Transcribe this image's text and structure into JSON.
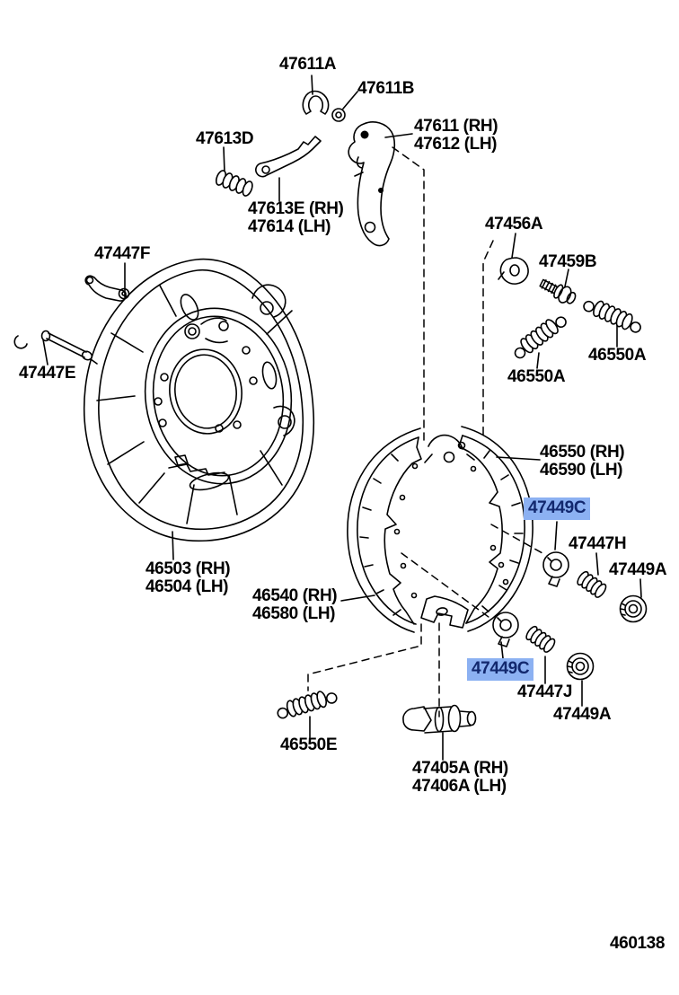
{
  "colors": {
    "highlight_bg": "#8cb1f2",
    "highlight_text": "#12286e",
    "line": "#000000",
    "background": "#ffffff"
  },
  "callouts": {
    "c47611a": "47611A",
    "c47611b": "47611B",
    "c47613d": "47613D",
    "c47611_line1": "47611 (RH)",
    "c47611_line2": "47612 (LH)",
    "c47613e_line1": "47613E (RH)",
    "c47613e_line2": "47614 (LH)",
    "c47456a": "47456A",
    "c47459b": "47459B",
    "c47447f": "47447F",
    "c46550a_right": "46550A",
    "c47447e": "47447E",
    "c46550a_left": "46550A",
    "c46550_line1": "46550 (RH)",
    "c46550_line2": "46590 (LH)",
    "c47449c_top": "47449C",
    "c47447h": "47447H",
    "c47449a_top": "47449A",
    "c46503_line1": "46503 (RH)",
    "c46503_line2": "46504 (LH)",
    "c46540_line1": "46540 (RH)",
    "c46540_line2": "46580 (LH)",
    "c47449c_bottom": "47449C",
    "c47447j": "47447J",
    "c47449a_bottom": "47449A",
    "c46550e": "46550E",
    "c47405a_line1": "47405A (RH)",
    "c47405a_line2": "47406A (LH)",
    "highlighted_parts": [
      "47449C",
      "47449C"
    ]
  },
  "footer": {
    "diagram_number": "460138"
  }
}
